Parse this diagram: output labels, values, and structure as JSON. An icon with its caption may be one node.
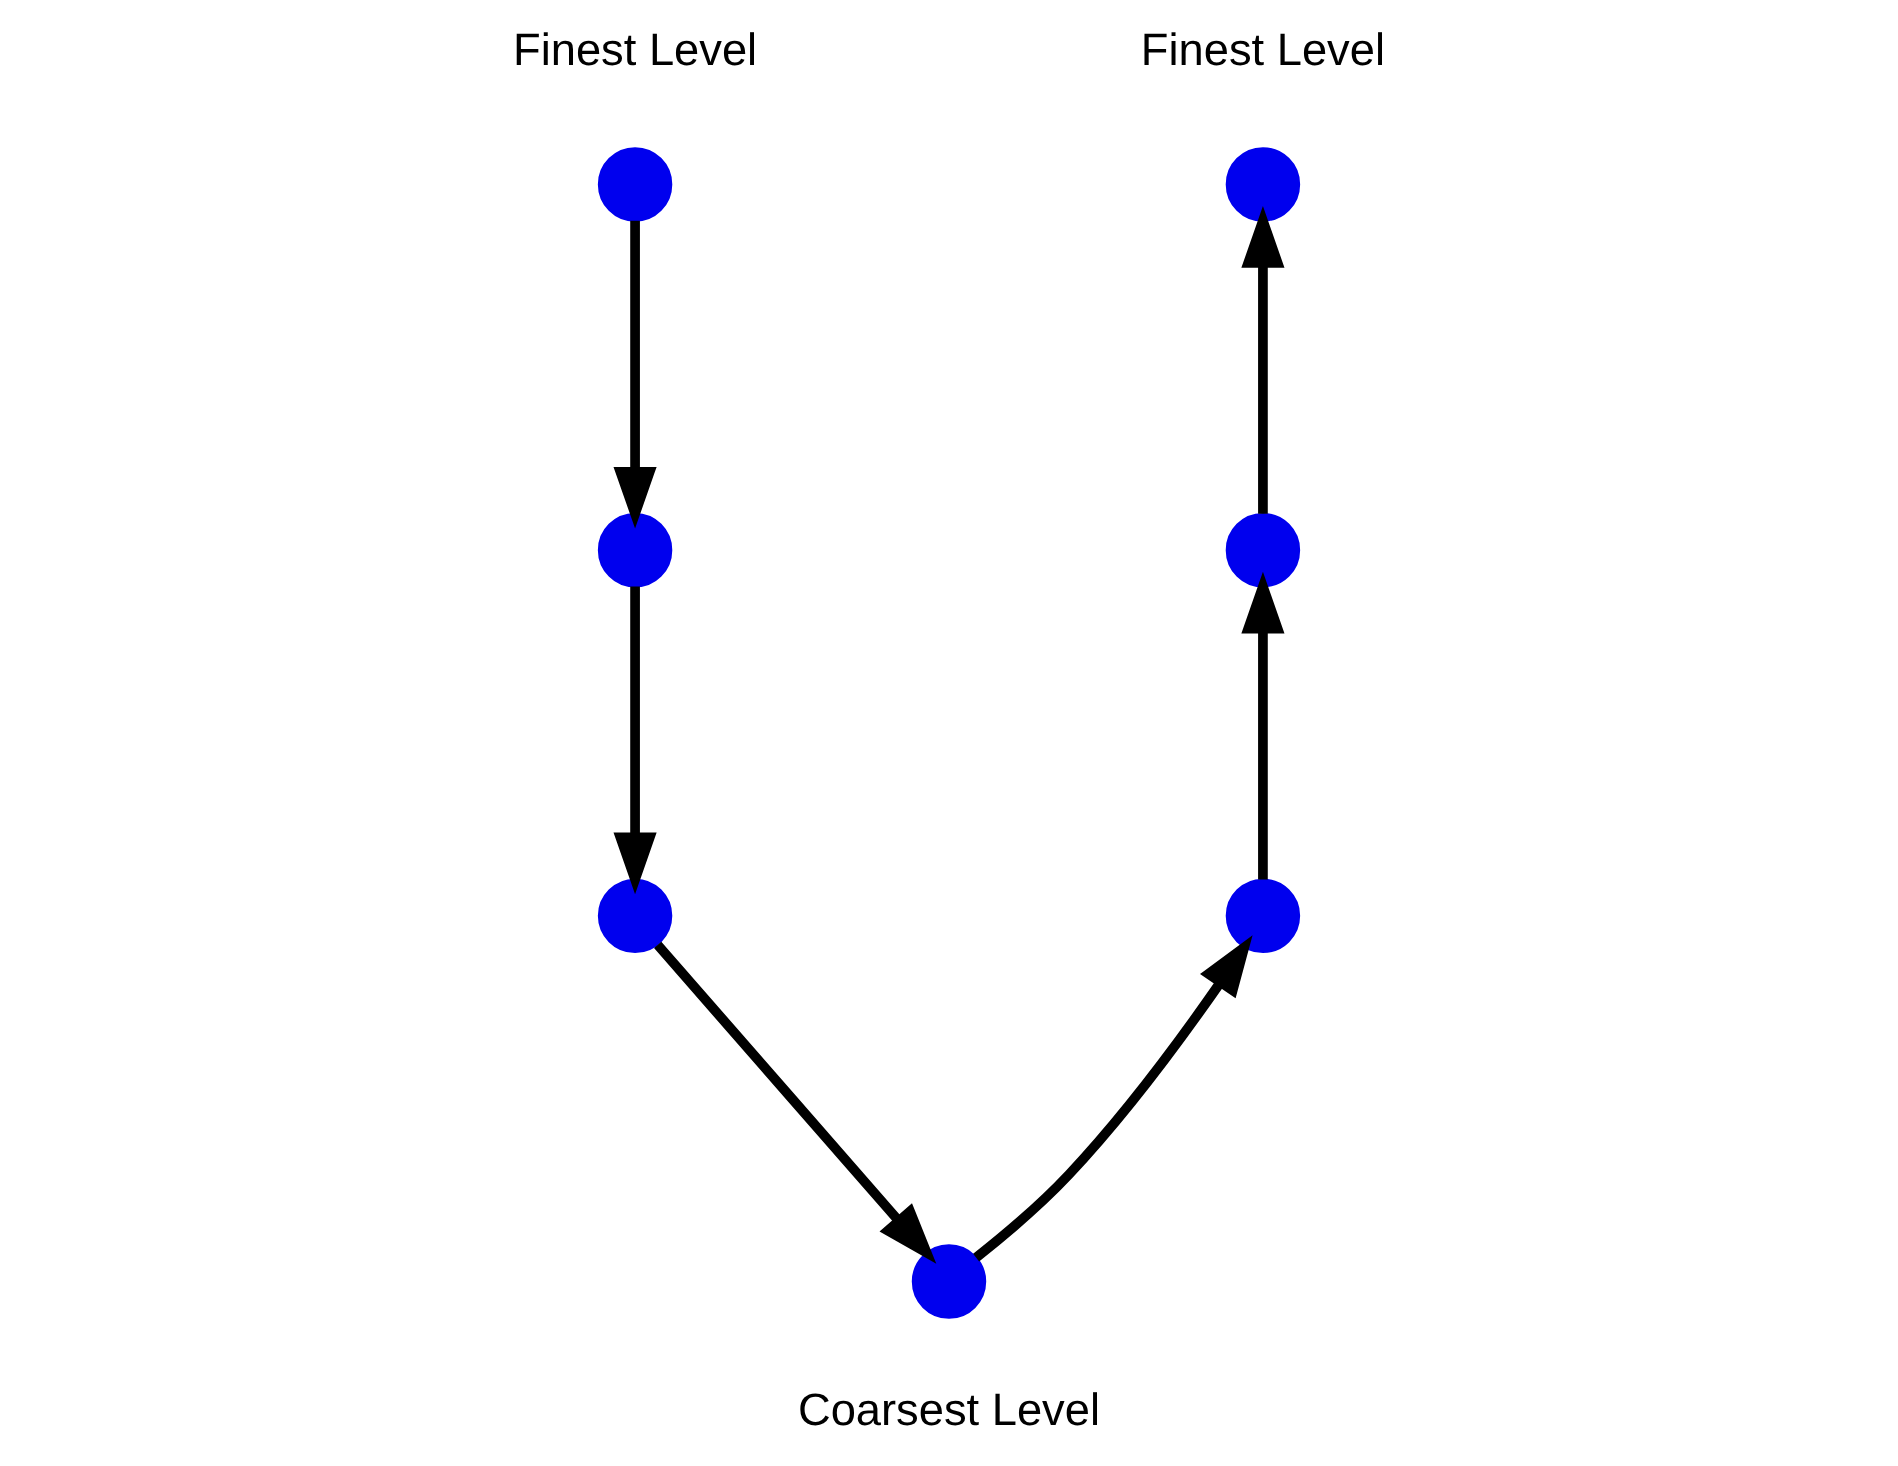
{
  "diagram": {
    "nodes": [
      {
        "text": [],
        "shape": "circle",
        "beside": [
          "Finest Level"
        ]
      },
      {
        "text": [],
        "shape": "circle"
      },
      {
        "text": [],
        "shape": "circle"
      },
      {
        "text": [],
        "shape": "circle",
        "beside": [
          "Coarsest Level"
        ]
      },
      {
        "text": [],
        "shape": "circle"
      },
      {
        "text": [],
        "shape": "circle"
      },
      {
        "text": [],
        "shape": "circle",
        "beside": [
          "Finest Level"
        ]
      }
    ],
    "edges": [
      {
        "from": 0,
        "to": 1,
        "arrow": "to"
      },
      {
        "from": 1,
        "to": 2,
        "arrow": "to"
      },
      {
        "from": 2,
        "to": 3,
        "arrow": "to"
      },
      {
        "from": 3,
        "to": 4,
        "arrow": "to"
      },
      {
        "from": 4,
        "to": 5,
        "arrow": "to"
      },
      {
        "from": 5,
        "to": 6,
        "arrow": "to"
      }
    ]
  }
}
